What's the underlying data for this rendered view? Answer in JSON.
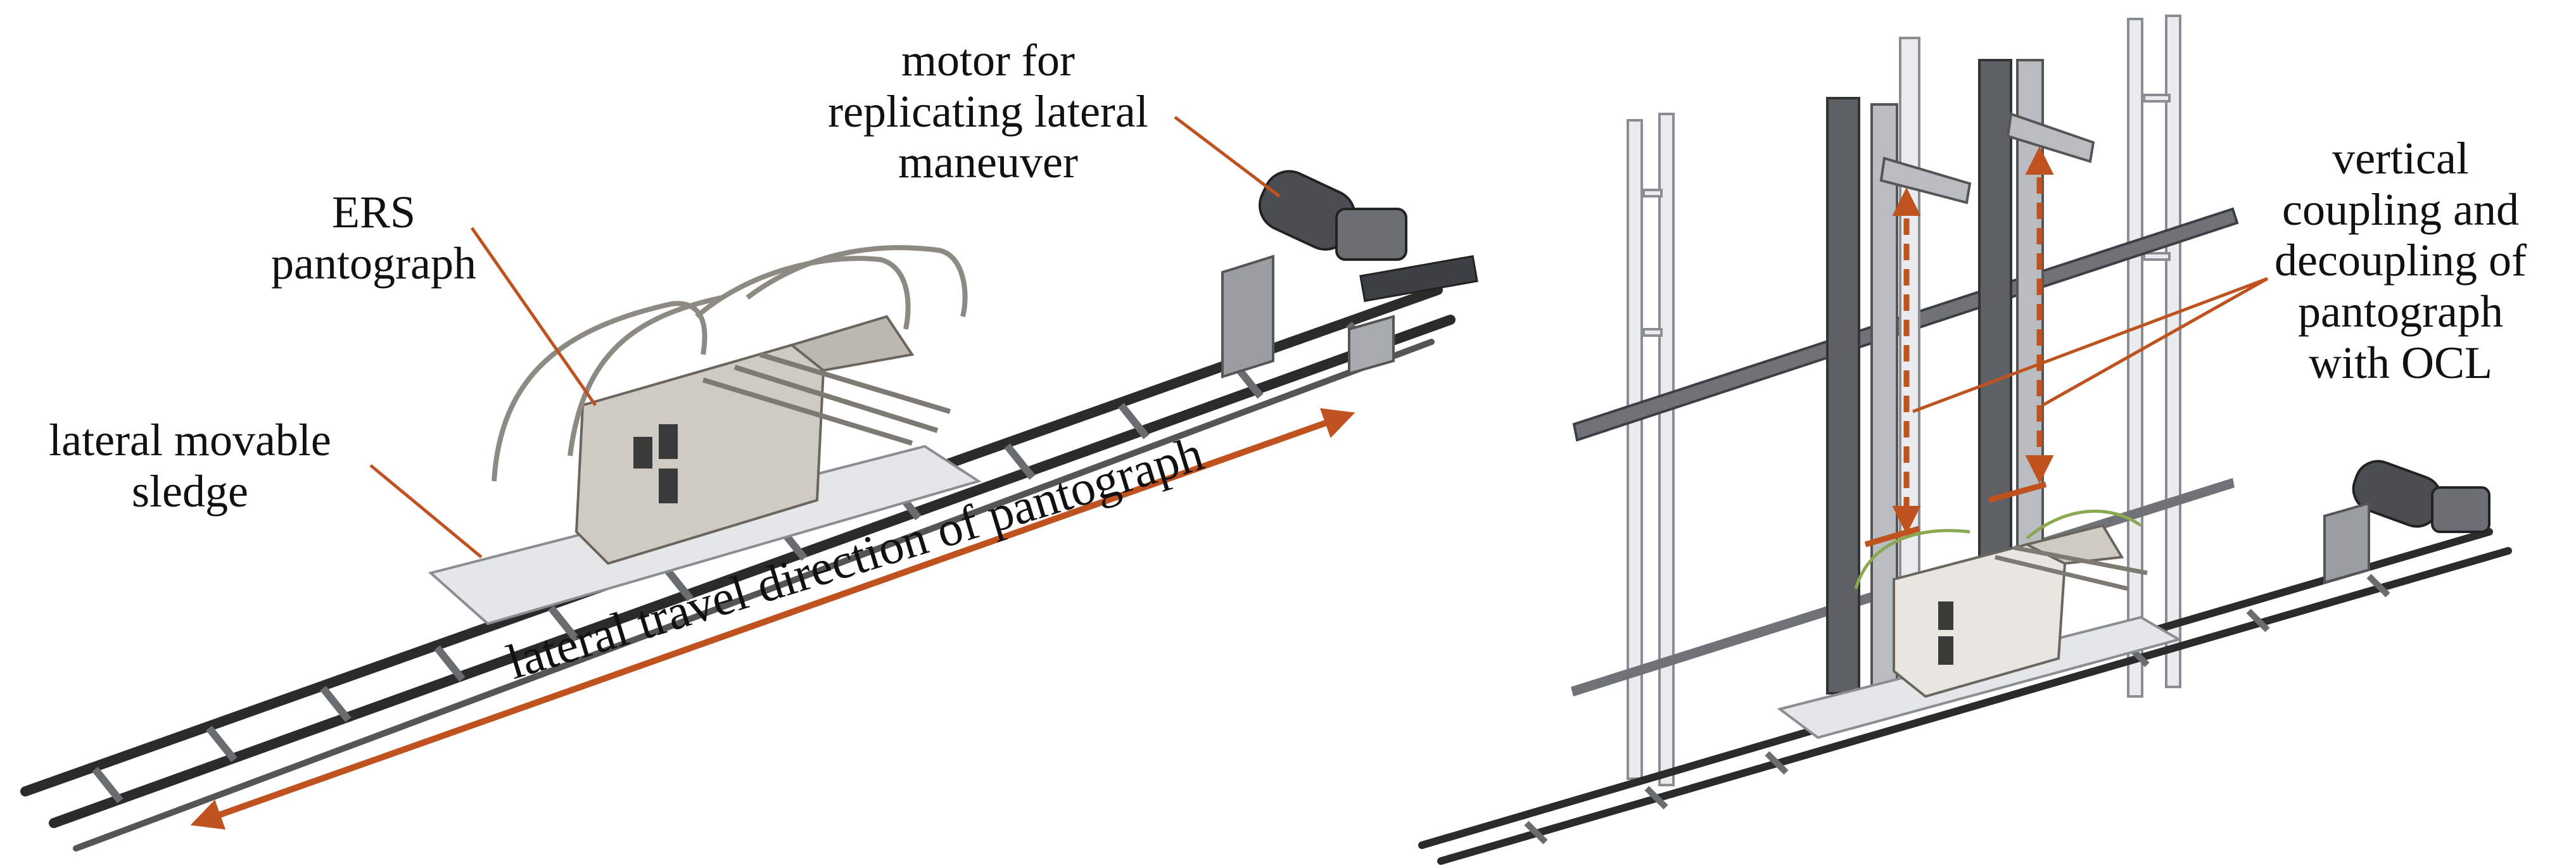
{
  "labels": {
    "motor": [
      "motor for",
      "replicating lateral",
      "maneuver"
    ],
    "ers_pantograph": [
      "ERS",
      "pantograph"
    ],
    "sledge": [
      "lateral movable",
      "sledge"
    ],
    "travel": "lateral travel direction of pantograph",
    "vertical": [
      "vertical",
      "coupling and",
      "decoupling of",
      "pantograph",
      "with OCL"
    ]
  },
  "colors": {
    "annotation": "#c0521f",
    "rail": "#2b2b2b",
    "metal": "#b9bcc0",
    "body": "#cfcac2",
    "plate": "#e4e6e8"
  }
}
